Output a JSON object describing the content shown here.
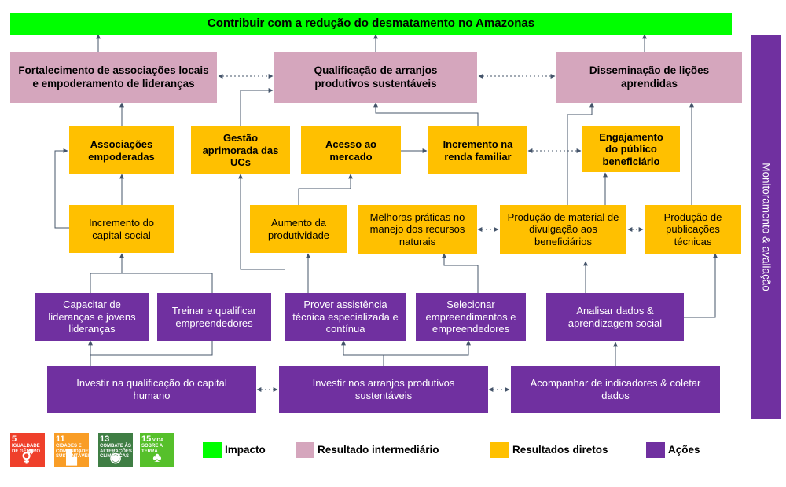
{
  "colors": {
    "impact": "#00ff00",
    "intermediate": "#d5a6bd",
    "direct": "#ffc000",
    "action": "#7030a0",
    "line": "#44546a"
  },
  "impact": "Contribuir  com a redução do desmatamento no Amazonas",
  "intermediate": {
    "associations": "Fortalecimento de associações locais e empoderamento de lideranças",
    "arrangements": "Qualificação de arranjos produtivos sustentáveis",
    "lessons": "Disseminação de lições aprendidas"
  },
  "direct": {
    "associations_empowered": "Associações empoderadas",
    "uc_management": "Gestão aprimorada das UCs",
    "market_access": "Acesso ao mercado",
    "family_income": "Incremento na renda familiar",
    "engagement": "Engajamento do público beneficiário",
    "social_capital": "Incremento do capital social",
    "productivity": "Aumento da produtividade",
    "better_practices": "Melhoras práticas no manejo dos recursos naturais",
    "outreach_material": "Produção de material de divulgação aos beneficiários",
    "technical_publications": "Produção de publicações técnicas"
  },
  "actions": {
    "train_leaders": "Capacitar de lideranças e jovens lideranças",
    "train_entrepreneurs": "Treinar e qualificar empreendedores",
    "technical_assistance": "Prover assistência técnica especializada e contínua",
    "select_enterprises": "Selecionar empreendimentos e empreendedores",
    "analyze_data": "Analisar dados & aprendizagem social",
    "invest_human_capital": "Investir na qualificação do capital humano",
    "invest_arrangements": "Investir nos arranjos produtivos sustentáveis",
    "track_indicators": "Acompanhar de indicadores & coletar dados"
  },
  "side_bar": "Monitoramento & avaliação",
  "sdg": [
    {
      "number": "5",
      "label": "IGUALDADE DE GÊNERO",
      "color": "#ef402b",
      "icon": "gender-symbol-icon",
      "glyph": "⚥"
    },
    {
      "number": "11",
      "label": "CIDADES E COMUNIDADES SUSTENTÁVEIS",
      "color": "#f99d26",
      "icon": "buildings-icon",
      "glyph": "▙"
    },
    {
      "number": "13",
      "label": "COMBATE ÀS ALTERAÇÕES CLIMÁTICAS",
      "color": "#3f7e44",
      "icon": "eye-globe-icon",
      "glyph": "◉"
    },
    {
      "number": "15",
      "label": "VIDA SOBRE A TERRA",
      "color": "#56c02b",
      "icon": "tree-bird-icon",
      "glyph": "♣"
    }
  ],
  "legend": {
    "impact": "Impacto",
    "intermediate": "Resultado intermediário",
    "direct": "Resultados diretos",
    "actions": "Ações"
  }
}
